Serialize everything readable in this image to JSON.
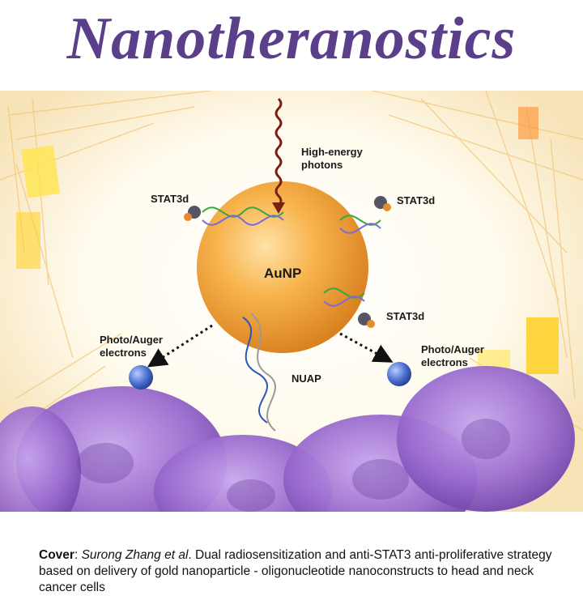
{
  "cover": {
    "title": "Nanotheranostics",
    "labels": {
      "photons": "High-energy photons",
      "stat3d_left": "STAT3d",
      "stat3d_right_top": "STAT3d",
      "stat3d_right_bottom": "STAT3d",
      "aunp": "AuNP",
      "electrons_left": "Photo/Auger electrons",
      "electrons_right": "Photo/Auger electrons",
      "nuap": "NUAP"
    },
    "caption": {
      "prefix": "Cover",
      "sep": ": ",
      "authors": "Surong Zhang et al",
      "after_authors": ". Dual radiosensitization and anti-STAT3 anti-proliferative strategy based on delivery of gold nanoparticle - oligonucleotide nanoconstructs to head and neck cancer cells"
    },
    "colors": {
      "title": "#5b3f8a",
      "gold": "#f2a23a",
      "cells": "#9a6ccf",
      "electron": "#4a6fd0",
      "photon": "#7a1f14"
    }
  }
}
